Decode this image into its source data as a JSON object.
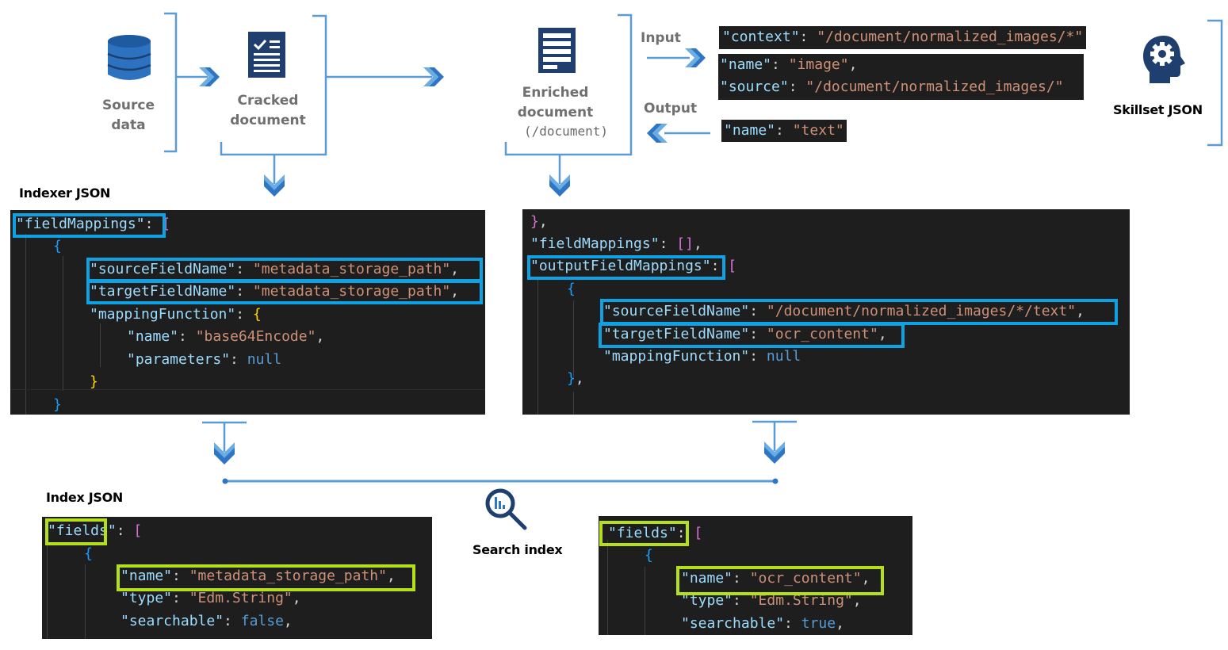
{
  "pipeline": {
    "source_data": {
      "label": "Source\ndata",
      "icon": "database-icon"
    },
    "cracked_document": {
      "label": "Cracked\ndocument",
      "icon": "checklist-document-icon"
    },
    "enriched_document": {
      "label_1": "Enriched",
      "label_2": "document",
      "label_3": "(/document)",
      "icon": "document-icon"
    },
    "input_label": "Input",
    "output_label": "Output",
    "skillset": {
      "label": "Skillset JSON",
      "icon": "head-gear-icon"
    }
  },
  "skillset_snippets": {
    "context": {
      "key": "\"context\"",
      "sep": ": ",
      "value": "\"/document/normalized_images/*\""
    },
    "input": [
      {
        "key": "\"name\"",
        "sep": ": ",
        "value": "\"image\"",
        "tail": ","
      },
      {
        "key": "\"source\"",
        "sep": ": ",
        "value": "\"/document/normalized_images/\"",
        "tail": ""
      }
    ],
    "output": {
      "key": "\"name\"",
      "sep": ": ",
      "value": "\"text\""
    }
  },
  "indexer": {
    "title": "Indexer JSON",
    "lines": [
      {
        "key": "\"fieldMappings\"",
        "sep": ": ",
        "bracket": "["
      },
      {
        "bracket": "{"
      },
      {
        "key": "\"sourceFieldName\"",
        "sep": ": ",
        "value": "\"metadata_storage_path\"",
        "tail": ","
      },
      {
        "key": "\"targetFieldName\"",
        "sep": ": ",
        "value": "\"metadata_storage_path\"",
        "tail": ","
      },
      {
        "key": "\"mappingFunction\"",
        "sep": ": ",
        "bracket": "{"
      },
      {
        "key": "\"name\"",
        "sep": ": ",
        "value": "\"base64Encode\"",
        "tail": ","
      },
      {
        "key": "\"parameters\"",
        "sep": ": ",
        "literal": "null"
      },
      {
        "bracket": "}"
      },
      {
        "bracket": "}"
      }
    ]
  },
  "skillset_indexer": {
    "lines": [
      {
        "bracket": "}",
        "tail": ","
      },
      {
        "key": "\"fieldMappings\"",
        "sep": ": ",
        "bracket": "[]",
        "tail": ","
      },
      {
        "key": "\"outputFieldMappings\"",
        "sep": ": ",
        "bracket": "["
      },
      {
        "bracket": "{"
      },
      {
        "key": "\"sourceFieldName\"",
        "sep": ": ",
        "value": "\"/document/normalized_images/*/text\"",
        "tail": ","
      },
      {
        "key": "\"targetFieldName\"",
        "sep": ": ",
        "value": "\"ocr_content\"",
        "tail": ","
      },
      {
        "key": "\"mappingFunction\"",
        "sep": ": ",
        "literal": "null"
      },
      {
        "bracket": "}",
        "tail": ","
      }
    ]
  },
  "index_left": {
    "title": "Index JSON",
    "lines": [
      {
        "key": "\"fields\"",
        "sep": ": ",
        "bracket": "["
      },
      {
        "bracket": "{"
      },
      {
        "key": "\"name\"",
        "sep": ": ",
        "value": "\"metadata_storage_path\"",
        "tail": ","
      },
      {
        "key": "\"type\"",
        "sep": ": ",
        "value": "\"Edm.String\"",
        "tail": ","
      },
      {
        "key": "\"searchable\"",
        "sep": ": ",
        "literal": "false",
        "tail": ","
      }
    ]
  },
  "index_right": {
    "lines": [
      {
        "key": "\"fields\"",
        "sep": ": ",
        "bracket": "["
      },
      {
        "bracket": "{"
      },
      {
        "key": "\"name\"",
        "sep": ": ",
        "value": "\"ocr_content\"",
        "tail": ","
      },
      {
        "key": "\"type\"",
        "sep": ": ",
        "value": "\"Edm.String\"",
        "tail": ","
      },
      {
        "key": "\"searchable\"",
        "sep": ": ",
        "literal": "true",
        "tail": ","
      }
    ]
  },
  "search_index": {
    "label": "Search index",
    "icon": "search-chart-icon"
  },
  "colors": {
    "flow_line": "#5b9bd5",
    "arrow": "#2e75c3",
    "icon_dark": "#1f3f6e",
    "highlight_blue": "#0ea1e3",
    "highlight_green": "#b4e01a",
    "code_bg": "#1e1e1e"
  }
}
